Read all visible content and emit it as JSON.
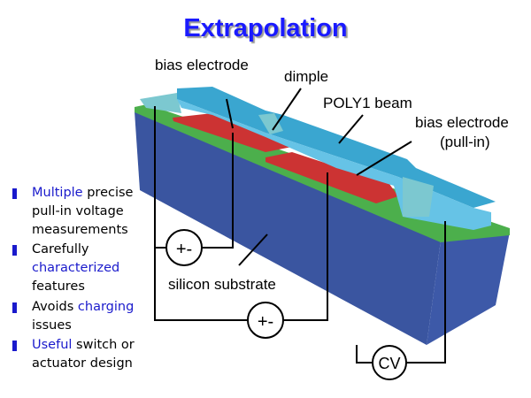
{
  "title": "Extrapolation",
  "labels": {
    "bias_electrode_left": "bias electrode",
    "dimple": "dimple",
    "poly1_beam": "POLY1 beam",
    "bias_electrode_right_line1": "bias electrode",
    "bias_electrode_right_line2": "(pull-in)",
    "substrate": "silicon substrate"
  },
  "sources": {
    "source1": "+-",
    "source2": "+-",
    "cv": "CV"
  },
  "bullets": [
    {
      "highlight": "Multiple",
      "rest": " precise pull-in voltage measurements"
    },
    {
      "pre": "Carefully ",
      "highlight": "characterized",
      "rest": " features"
    },
    {
      "pre": "Avoids ",
      "highlight": "charging",
      "rest": " issues"
    },
    {
      "highlight": "Useful",
      "rest": " switch or actuator design"
    }
  ],
  "colors": {
    "title": "#1a1aff",
    "substrate": "#3a55a0",
    "nitride": "#4caf4c",
    "electrode": "#cc3333",
    "beam": "#66c3e6",
    "highlight": "#1a1acc"
  }
}
